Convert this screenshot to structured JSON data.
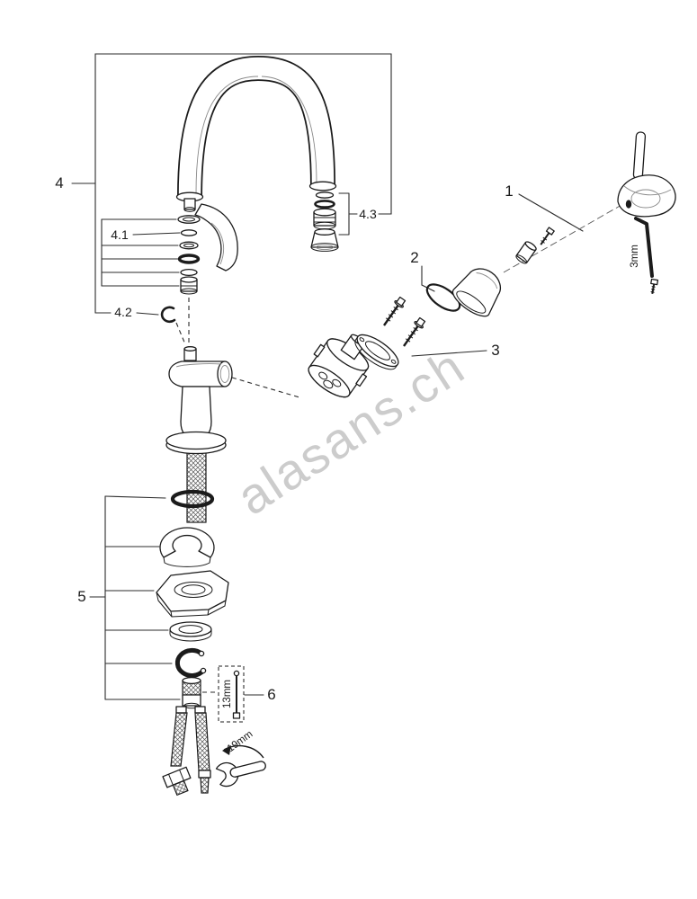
{
  "diagram": {
    "watermark": "alasans.ch",
    "labels": {
      "part1": "1",
      "part2": "2",
      "part3": "3",
      "part4": "4",
      "part4_1": "4.1",
      "part4_2": "4.2",
      "part4_3": "4.3",
      "part5": "5",
      "part6": "6"
    },
    "tools": {
      "hex_key": "3mm",
      "socket": "13mm",
      "wrench": "19mm"
    },
    "colors": {
      "line": "#1b1b1b",
      "watermark": "#c6c6c6",
      "background": "#ffffff"
    }
  }
}
